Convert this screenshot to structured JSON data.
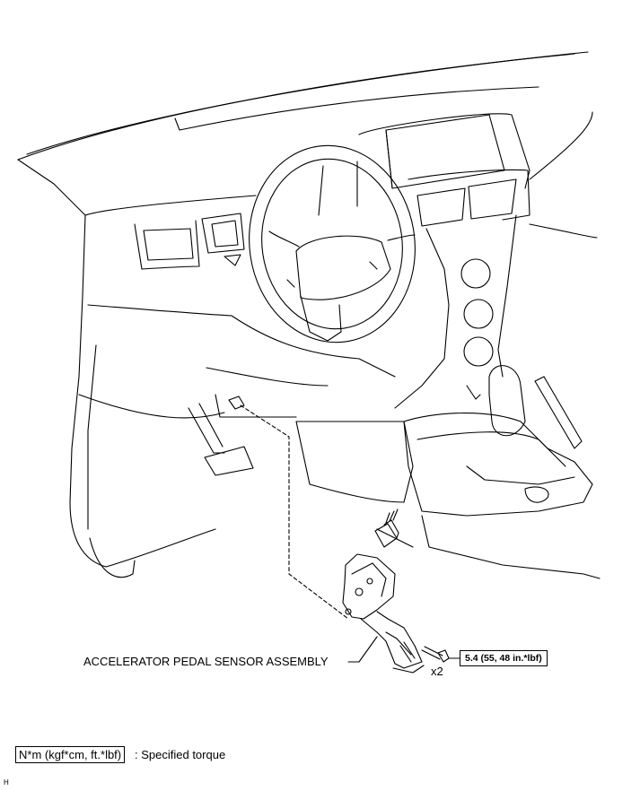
{
  "illustration": {
    "subject": "dashboard-and-accelerator-pedal",
    "part_label": "ACCELERATOR PEDAL SENSOR ASSEMBLY",
    "quantity_label": "x2",
    "torque_value": "5.4 (55, 48 in.*lbf)"
  },
  "legend": {
    "unit_box": "N*m (kgf*cm, ft.*lbf)",
    "description": ": Specified torque"
  },
  "footer": {
    "code": "H"
  }
}
